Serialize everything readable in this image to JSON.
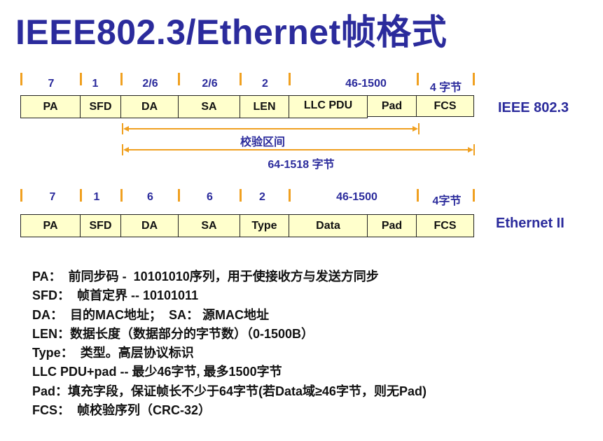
{
  "title": "IEEE802.3/Ethernet帧格式",
  "ieee": {
    "label": "IEEE 802.3",
    "sizes": [
      "7",
      "1",
      "2/6",
      "2/6",
      "2",
      "46-1500",
      "4 字节"
    ],
    "fields": [
      "PA",
      "SFD",
      "DA",
      "SA",
      "LEN",
      "LLC PDU",
      "Pad",
      "FCS"
    ]
  },
  "checksum_range": {
    "label": "校验区间"
  },
  "frame_range": {
    "label": "64-1518 字节"
  },
  "ethernet": {
    "label": "Ethernet II",
    "sizes": [
      "7",
      "1",
      "6",
      "6",
      "2",
      "46-1500",
      "4字节"
    ],
    "fields": [
      "PA",
      "SFD",
      "DA",
      "SA",
      "Type",
      "Data",
      "Pad",
      "FCS"
    ]
  },
  "notes": [
    {
      "key": "PA",
      "sep": "：",
      "text": "  前同步码 -  10101010序列，用于使接收方与发送方同步"
    },
    {
      "key": "SFD",
      "sep": "：",
      "text": "  帧首定界 -- 10101011"
    },
    {
      "key": "DA",
      "sep": "：",
      "text": "  目的MAC地址；  SA： 源MAC地址"
    },
    {
      "key": "LEN",
      "sep": "：",
      "text": "数据长度（数据部分的字节数）（0-1500B）"
    },
    {
      "key": "Type",
      "sep": "：",
      "text": "  类型。高层协议标识"
    },
    {
      "key": "LLC PDU+pad",
      "sep": " -- ",
      "text": "最少46字节, 最多1500字节"
    },
    {
      "key": "Pad",
      "sep": "：",
      "text": "填充字段，保证帧长不少于64字节(若Data域≥46字节，则无Pad)"
    },
    {
      "key": "FCS",
      "sep": "：",
      "text": "  帧校验序列（CRC-32）"
    }
  ]
}
